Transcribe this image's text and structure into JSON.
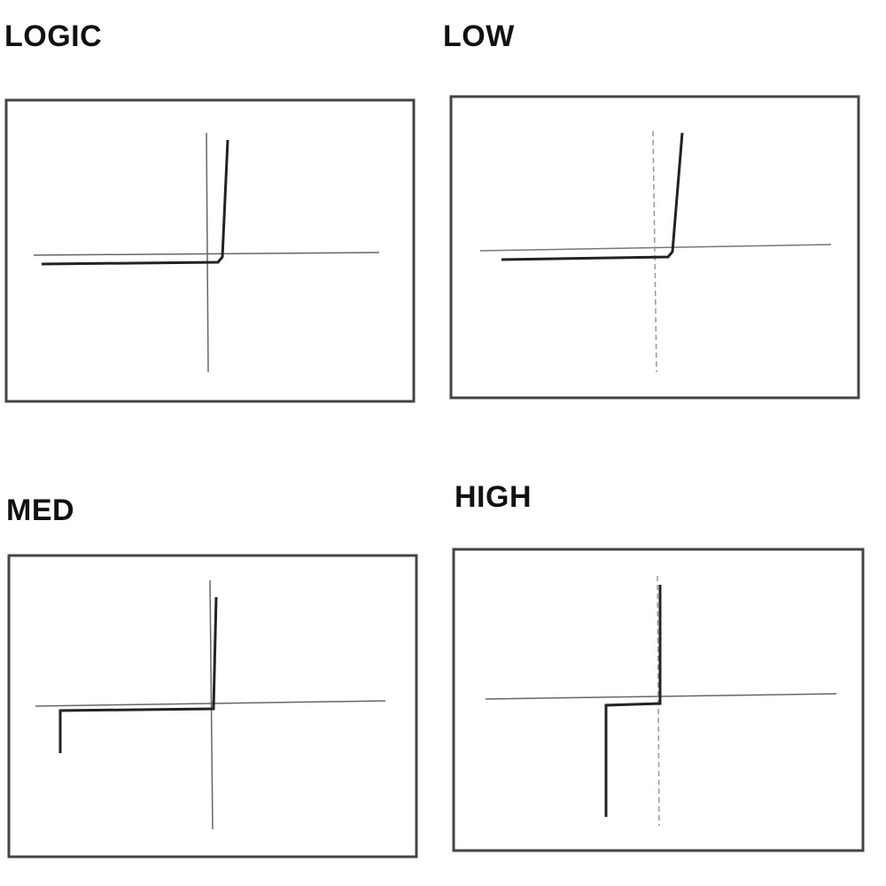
{
  "panels": [
    {
      "label": "LOGIC"
    },
    {
      "label": "LOW"
    },
    {
      "label": "MED"
    },
    {
      "label": "HIGH"
    }
  ],
  "colors": {
    "frame": "#444444",
    "axis": "#666666",
    "trace": "#222222",
    "background": "#ffffff"
  }
}
